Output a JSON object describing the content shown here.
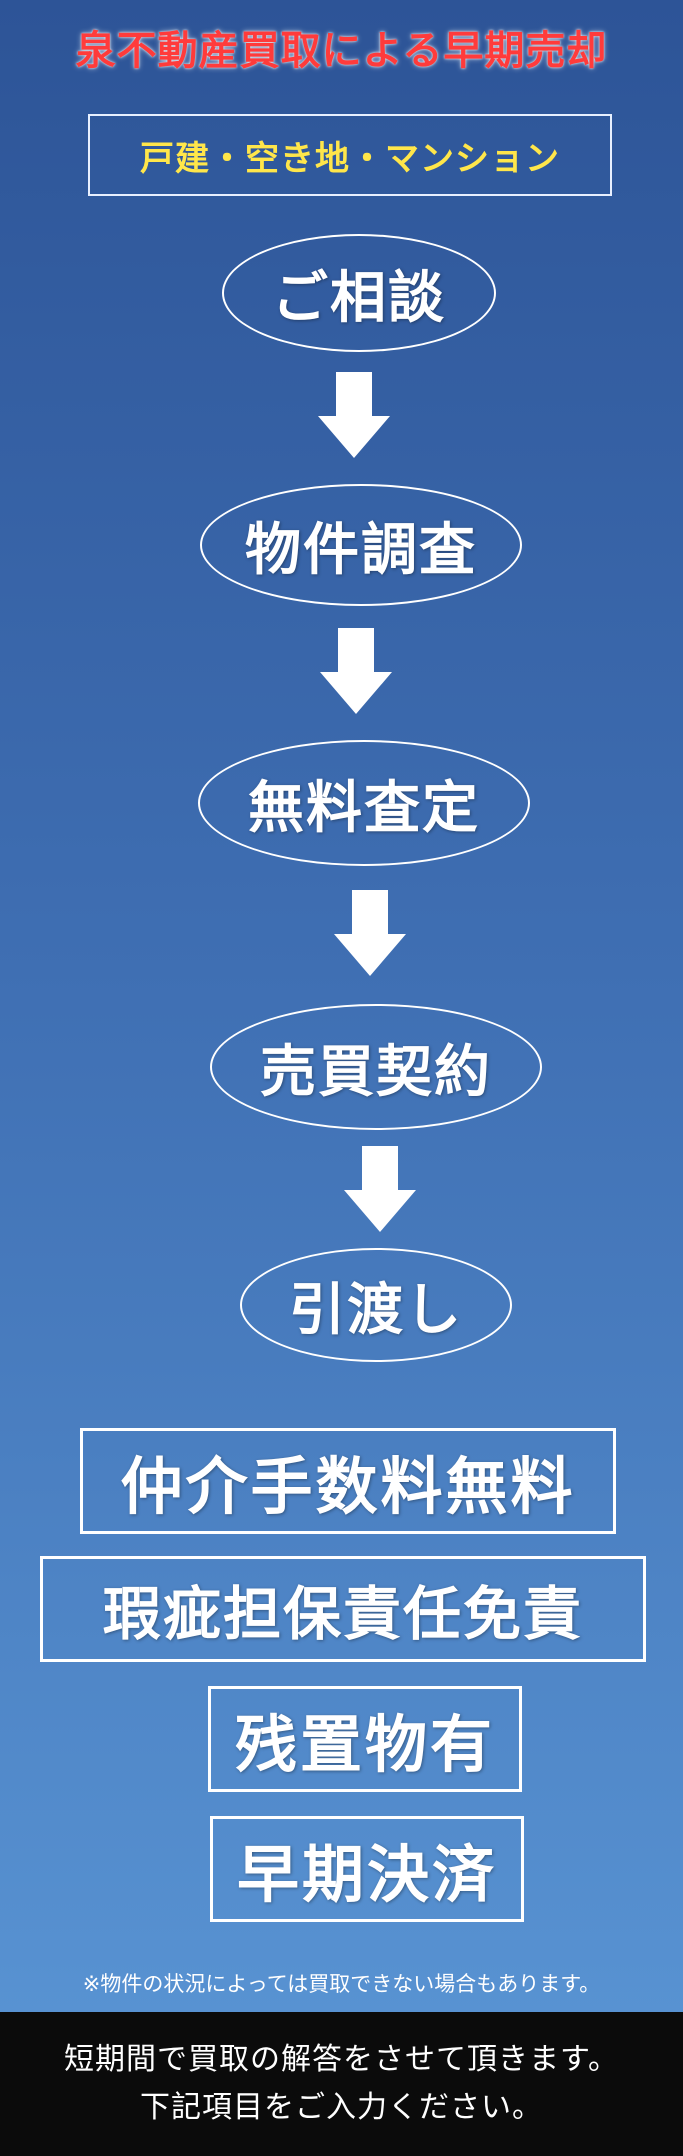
{
  "title": "泉不動産買取による早期売却",
  "subtitle": "戸建・空き地・マンション",
  "steps": [
    "ご相談",
    "物件調査",
    "無料査定",
    "売買契約",
    "引渡し"
  ],
  "benefits": [
    "仲介手数料無料",
    "瑕疵担保責任免責",
    "残置物有",
    "早期決済"
  ],
  "note": "※物件の状況によっては買取できない場合もあります。",
  "footer": {
    "line1": "短期間で買取の解答をさせて頂きます。",
    "line2": "下記項目をご入力ください。"
  },
  "colors": {
    "title": "#ff3b3b",
    "subtitle": "#ffe64a",
    "footer_bg": "#0b0b0b"
  },
  "icons": [
    "arrow-down-icon"
  ]
}
